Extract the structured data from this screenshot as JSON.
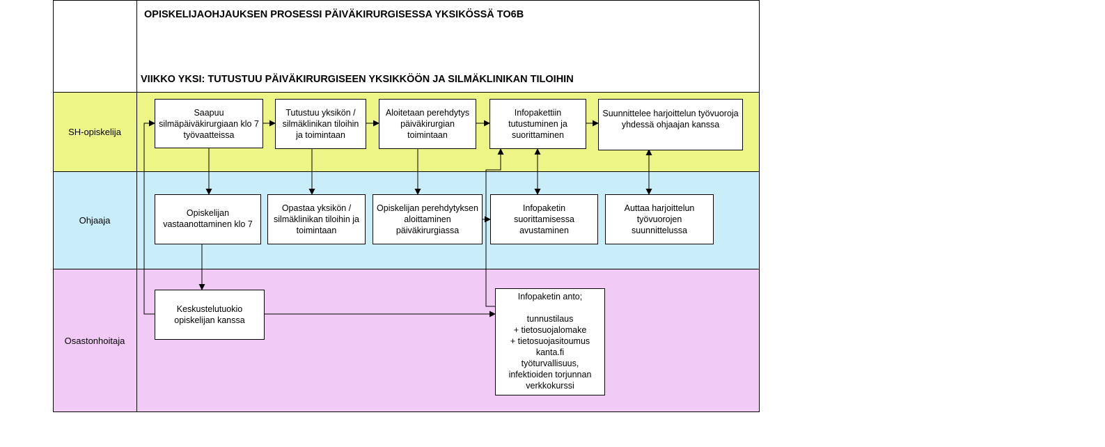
{
  "header": {
    "title": "OPISKELIJAOHJAUKSEN PROSESSI PÄIVÄKIRURGISESSA YKSIKÖSSÄ TO6B",
    "subtitle": "VIIKKO YKSI: TUTUSTUU PÄIVÄKIRURGISEEN YKSIKKÖÖN JA SILMÄKLINIKAN TILOIHIN"
  },
  "lanes": [
    {
      "label": "SH-opiskelija",
      "color": "#eef587"
    },
    {
      "label": "Ohjaaja",
      "color": "#c9eef9"
    },
    {
      "label": "Osastonhoitaja",
      "color": "#f1cbf5"
    }
  ],
  "boxes": {
    "saapuu": "Saapuu silmäpäiväkirurgiaan klo 7 työvaatteissa",
    "tutustuu": "Tutustuu yksikön / silmäklinikan tiloihin ja toimintaan",
    "aloitetaan": "Aloitetaan perehdytys päiväkirurgian toimintaan",
    "infopaketti_tutustuminen": "Infopakettiin tutustuminen ja suorittaminen",
    "suunnittelee": "Suunnittelee harjoittelun työvuoroja yhdessä ohjaajan kanssa",
    "vastaanottaminen": "Opiskelijan vastaanottaminen klo 7",
    "opastaa": "Opastaa yksikön / silmäklinikan tiloihin ja toimintaan",
    "perehdytyksen": "Opiskelijan perehdytyksen aloittaminen päiväkirurgiassa",
    "infopaketin_avustaminen": "Infopaketin suorittamisessa avustaminen",
    "auttaa": "Auttaa harjoittelun työvuorojen suunnittelussa",
    "keskustelutuokio": "Keskustelutuokio opiskelijan kanssa",
    "infopaketin_anto": [
      "Infopaketin anto;",
      "",
      "tunnustilaus",
      "+ tietosuojalomake",
      "+ tietosuojasitoumus",
      "kanta.fi",
      "työturvallisuus,",
      "infektioiden torjunnan",
      "verkkokurssi"
    ]
  }
}
